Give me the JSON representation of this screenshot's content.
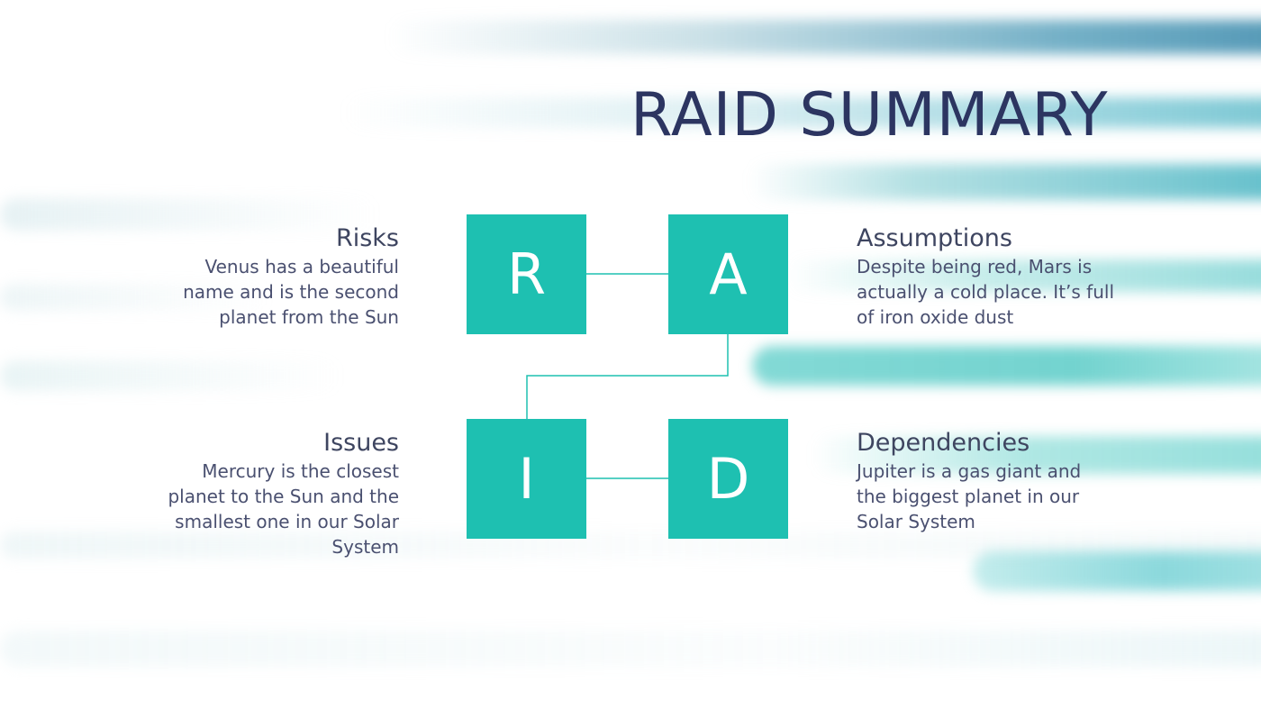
{
  "title": "RAID SUMMARY",
  "colors": {
    "title": "#2c3561",
    "box_fill": "#1ec0b1",
    "box_letter": "#ffffff",
    "connector": "#1ec0b1",
    "body_text": "#4a5070"
  },
  "quadrants": {
    "risks": {
      "letter": "R",
      "heading": "Risks",
      "lines": [
        "Venus has a beautiful",
        "name and is the second",
        "planet from the Sun"
      ]
    },
    "assumptions": {
      "letter": "A",
      "heading": "Assumptions",
      "lines": [
        "Despite being red, Mars is",
        "actually a cold place. It’s full",
        "of iron oxide dust"
      ]
    },
    "issues": {
      "letter": "I",
      "heading": "Issues",
      "lines": [
        "Mercury is the closest",
        "planet to the Sun and the",
        "smallest one in our Solar",
        "System"
      ]
    },
    "dependencies": {
      "letter": "D",
      "heading": "Dependencies",
      "lines": [
        "Jupiter is a gas giant and",
        "the biggest planet in our",
        "Solar System"
      ]
    }
  }
}
